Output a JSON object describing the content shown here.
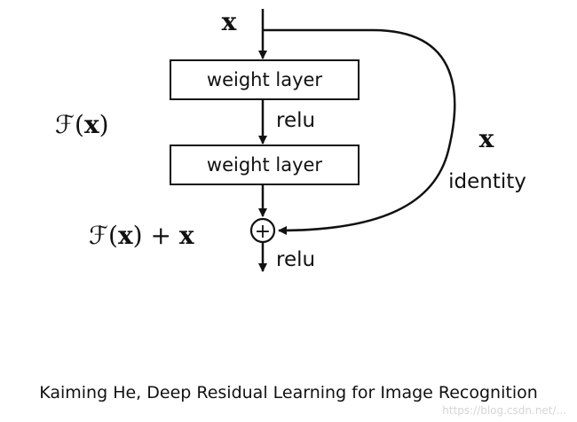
{
  "diagram": {
    "input_label": "x",
    "boxes": [
      {
        "label": "weight layer"
      },
      {
        "label": "weight layer"
      }
    ],
    "relu_mid": "relu",
    "relu_out": "relu",
    "fx_label": {
      "prefix": "ℱ(",
      "var": "x",
      "suffix": ")"
    },
    "sum_label": {
      "prefix": "ℱ(",
      "var": "x",
      "mid": ") + ",
      "var2": "x"
    },
    "skip_label": "x",
    "identity_label": "identity",
    "adder_symbol": "+"
  },
  "caption": "Kaiming He, Deep Residual Learning for Image Recognition",
  "watermark": "https://blog.csdn.net/..."
}
